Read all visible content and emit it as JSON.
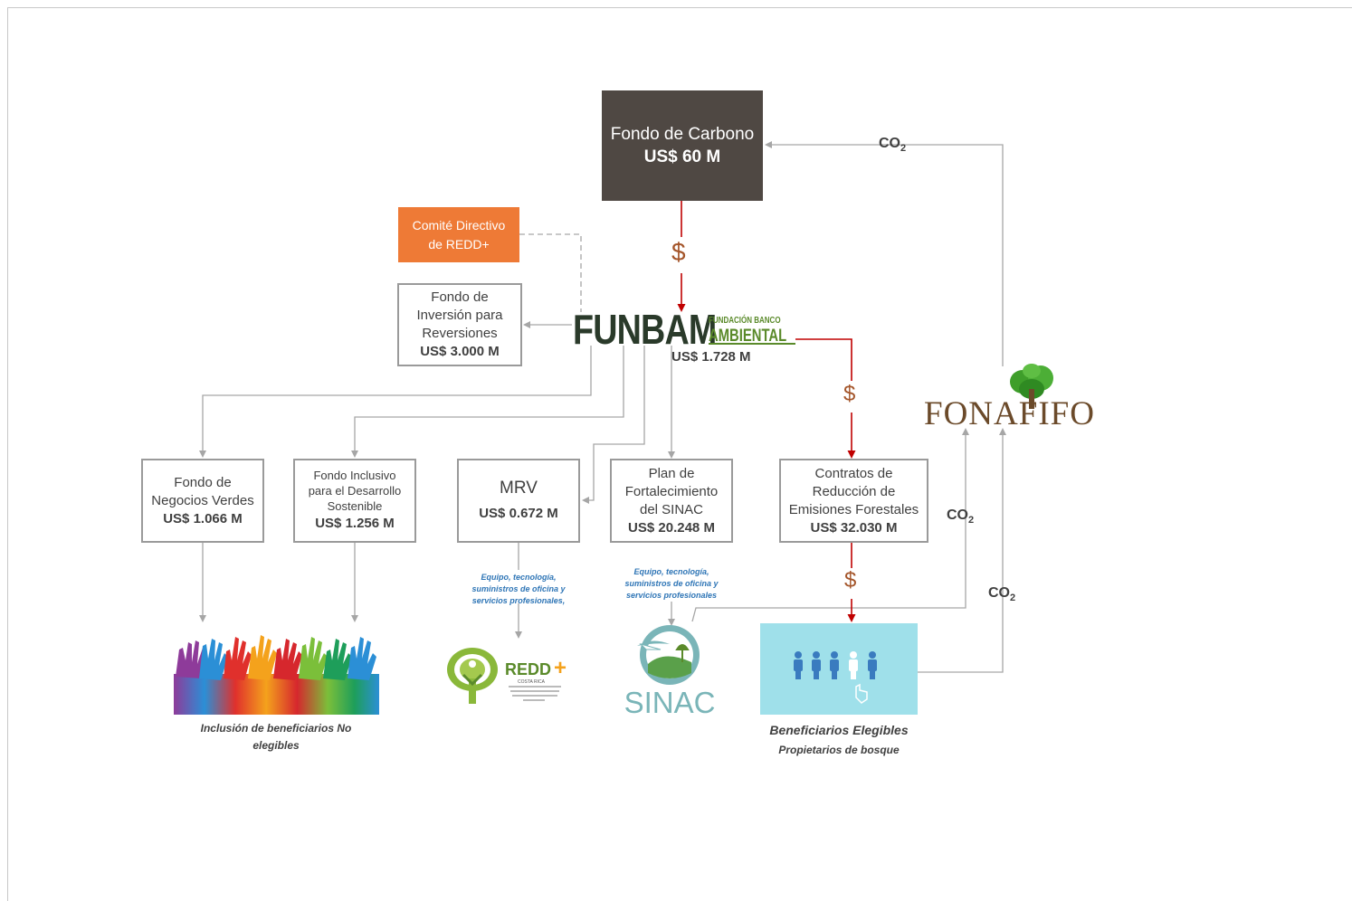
{
  "fondo_carbono": {
    "title": "Fondo de Carbono",
    "amount": "US$ 60 M"
  },
  "comite": {
    "line1": "Comité Directivo",
    "line2": "de REDD+"
  },
  "inversion": {
    "line1": "Fondo de",
    "line2": "Inversión para",
    "line3": "Reversiones",
    "amount": "US$ 3.000 M"
  },
  "funbam": {
    "name": "FUNBAM",
    "sub1": "FUNDACIÓN BANCO",
    "sub2": "AMBIENTAL",
    "amount": "US$ 1.728 M"
  },
  "negocios": {
    "line1": "Fondo de",
    "line2": "Negocios Verdes",
    "amount": "US$ 1.066 M"
  },
  "inclusivo": {
    "line1": "Fondo Inclusivo",
    "line2": "para el Desarrollo",
    "line3": "Sostenible",
    "amount": "US$ 1.256 M"
  },
  "mrv": {
    "title": "MRV",
    "amount": "US$ 0.672 M"
  },
  "sinac_plan": {
    "line1": "Plan de",
    "line2": "Fortalecimiento",
    "line3": "del SINAC",
    "amount": "US$ 20.248 M"
  },
  "contratos": {
    "line1": "Contratos de",
    "line2": "Reducción de",
    "line3": "Emisiones Forestales",
    "amount": "US$ 32.030 M"
  },
  "notes": {
    "mrv": [
      "Equipo, tecnología,",
      "suministros de oficina y",
      "servicios profesionales,"
    ],
    "sinac": [
      "Equipo, tecnología,",
      "suministros de oficina y",
      "servicios profesionales"
    ]
  },
  "captions": {
    "no_elegibles_1": "Inclusión de beneficiarios No",
    "no_elegibles_2": "elegibles",
    "elegibles": "Beneficiarios Elegibles",
    "propietarios": "Propietarios de bosque"
  },
  "logos": {
    "redd": "REDD",
    "redd_plus": "+",
    "redd_country": "COSTA RICA",
    "sinac": "SINAC",
    "fonafifo": "FONAFIFO"
  },
  "symbols": {
    "dollar": "$",
    "co2": "CO",
    "co2_sub": "2"
  },
  "colors": {
    "fondo": "#4f4843",
    "comite": "#ee7a36",
    "money_arrow": "#c00000",
    "connector": "#a6a6a6",
    "note": "#2e75b6",
    "beneficiarios_bg": "#9fe0ea"
  }
}
